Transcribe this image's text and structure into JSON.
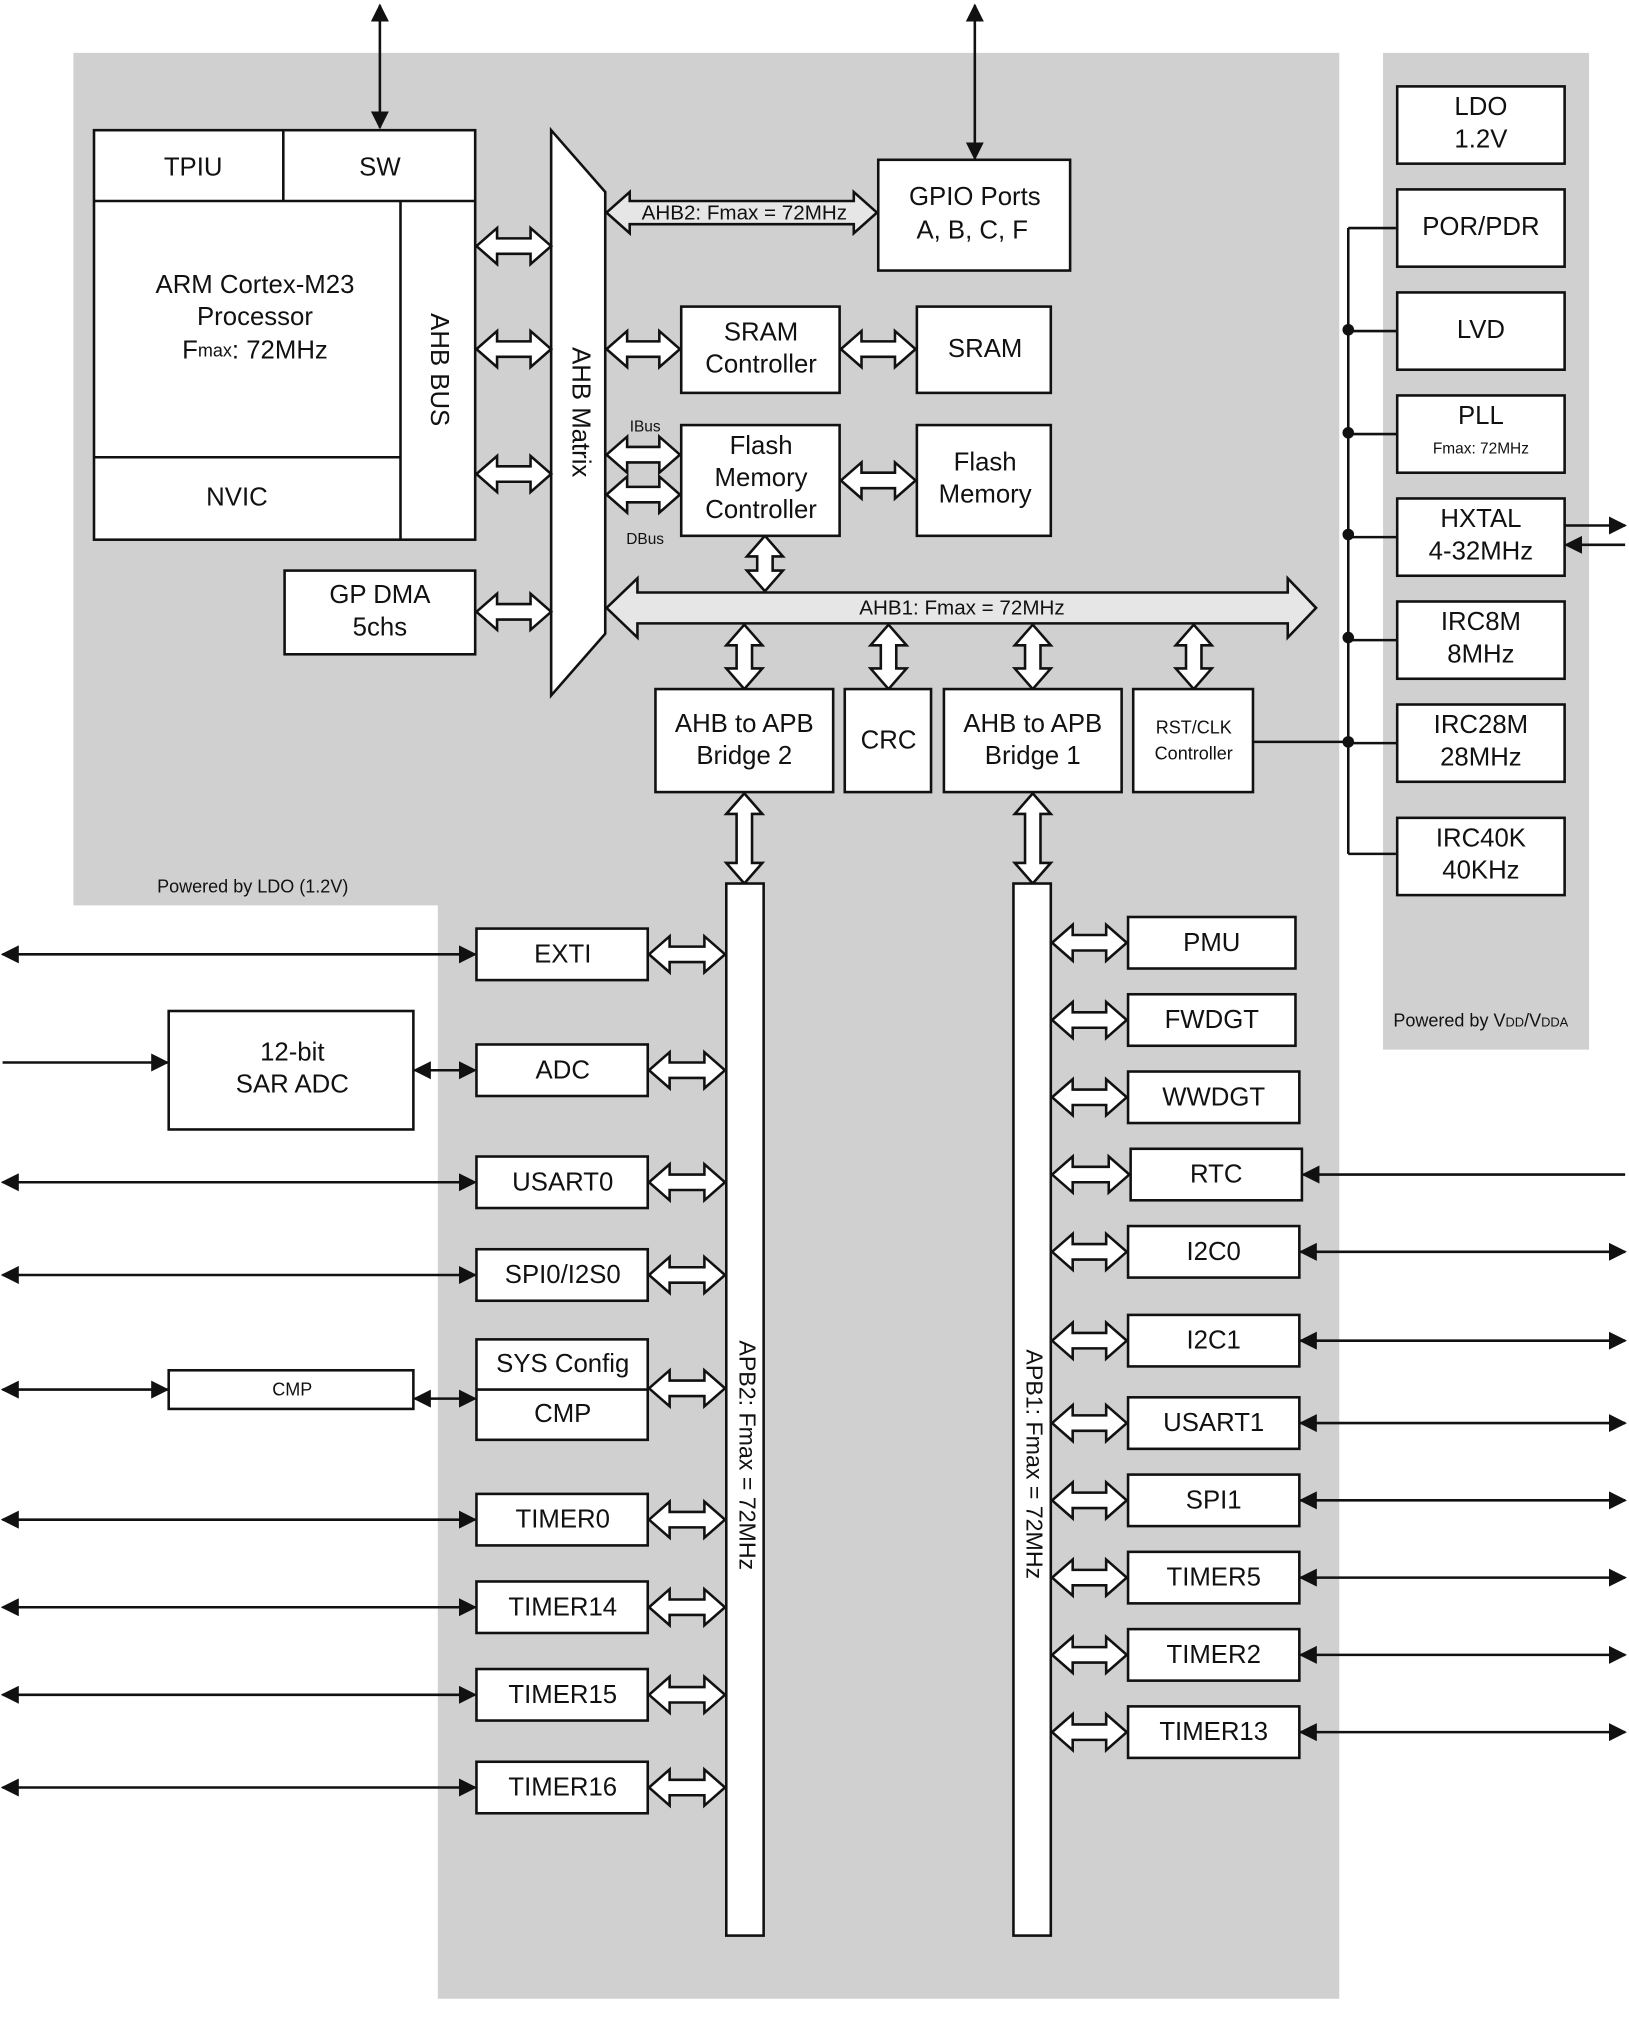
{
  "colors": {
    "region": "#d0d0d0",
    "bus": "#e6e6e6",
    "box": "#ffffff",
    "stroke": "#111111"
  },
  "core": {
    "tpiu": "TPIU",
    "sw": "SW",
    "cpu_line1": "ARM Cortex-M23",
    "cpu_line2": "Processor",
    "cpu_fmax_prefix": "F",
    "cpu_fmax_sub": "max",
    "cpu_fmax_value": ": 72MHz",
    "nvic": "NVIC",
    "ahb_bus": "AHB BUS",
    "gp_dma_line1": "GP DMA",
    "gp_dma_line2": "5chs"
  },
  "matrix": {
    "label": "AHB Matrix"
  },
  "buses": {
    "ahb2": "AHB2: Fmax = 72MHz",
    "ahb1": "AHB1: Fmax = 72MHz",
    "apb2": "APB2: Fmax = 72MHz",
    "apb1": "APB1: Fmax = 72MHz",
    "ibus": "IBus",
    "dbus": "DBus"
  },
  "memory": {
    "gpio_line1": "GPIO Ports",
    "gpio_line2": "A, B, C,  F",
    "sram_ctrl_line1": "SRAM",
    "sram_ctrl_line2": "Controller",
    "sram": "SRAM",
    "fmc_line1": "Flash",
    "fmc_line2": "Memory",
    "fmc_line3": "Controller",
    "flash_line1": "Flash",
    "flash_line2": "Memory"
  },
  "bridges": {
    "apb2_line1": "AHB to APB",
    "apb2_line2": "Bridge 2",
    "crc": "CRC",
    "apb1_line1": "AHB to APB",
    "apb1_line2": "Bridge 1",
    "rstclk_line1": "RST/CLK",
    "rstclk_line2": "Controller"
  },
  "power": {
    "ldo_region_note": "Powered by LDO (1.2V)",
    "vdd_region_note_prefix": "Powered by V",
    "vdd_sub1": "DD",
    "vdd_mid": "/V",
    "vdd_sub2": "DDA",
    "blocks": [
      {
        "line1": "LDO",
        "line2": "1.2V"
      },
      {
        "line1": "POR/PDR",
        "line2": ""
      },
      {
        "line1": "LVD",
        "line2": ""
      },
      {
        "line1": "PLL",
        "line2": "Fmax: 72MHz"
      },
      {
        "line1": "HXTAL",
        "line2": "4-32MHz"
      },
      {
        "line1": "IRC8M",
        "line2": "8MHz"
      },
      {
        "line1": "IRC28M",
        "line2": "28MHz"
      },
      {
        "line1": "IRC40K",
        "line2": "40KHz"
      }
    ]
  },
  "analog": {
    "sar_adc_line1": "12-bit",
    "sar_adc_line2": "SAR ADC",
    "cmp_analog": "CMP"
  },
  "apb2_peripherals": [
    "EXTI",
    "ADC",
    "USART0",
    "SPI0/I2S0",
    "SYS Config",
    "CMP",
    "TIMER0",
    "TIMER14",
    "TIMER15",
    "TIMER16"
  ],
  "apb1_peripherals": [
    "PMU",
    "FWDGT",
    "WWDGT",
    "RTC",
    "I2C0",
    "I2C1",
    "USART1",
    "SPI1",
    "TIMER5",
    "TIMER2",
    "TIMER13"
  ]
}
